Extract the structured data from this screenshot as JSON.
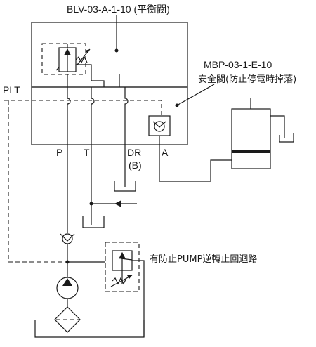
{
  "labels": {
    "blv_valve": "BLV-03-A-1-10 (平衡閥)",
    "mbp_valve_code": "MBP-03-1-E-10",
    "mbp_valve_desc": "安全閥(防止停電時掉落)",
    "plt_port": "PLT",
    "port_p": "P",
    "port_t": "T",
    "port_dr": "DR",
    "port_dr_sub": "(B)",
    "port_a": "A",
    "pump_note": "有防止PUMP逆轉止回迴路"
  }
}
